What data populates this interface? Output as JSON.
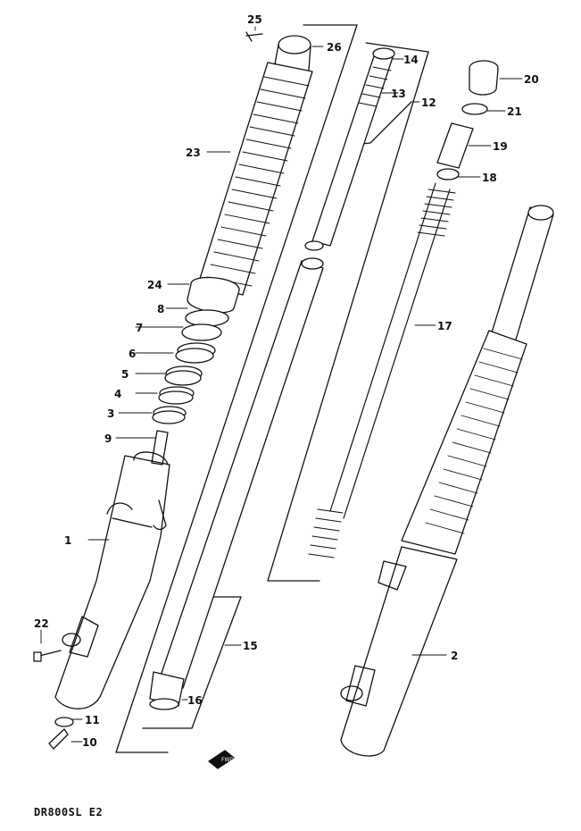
{
  "diagram": {
    "footer_code": "DR800SL E2",
    "front_marker": "FWD",
    "callouts": [
      "1",
      "2",
      "3",
      "4",
      "5",
      "6",
      "7",
      "8",
      "9",
      "10",
      "11",
      "12",
      "13",
      "14",
      "15",
      "16",
      "17",
      "18",
      "19",
      "20",
      "21",
      "22",
      "23",
      "24",
      "25",
      "26"
    ]
  }
}
